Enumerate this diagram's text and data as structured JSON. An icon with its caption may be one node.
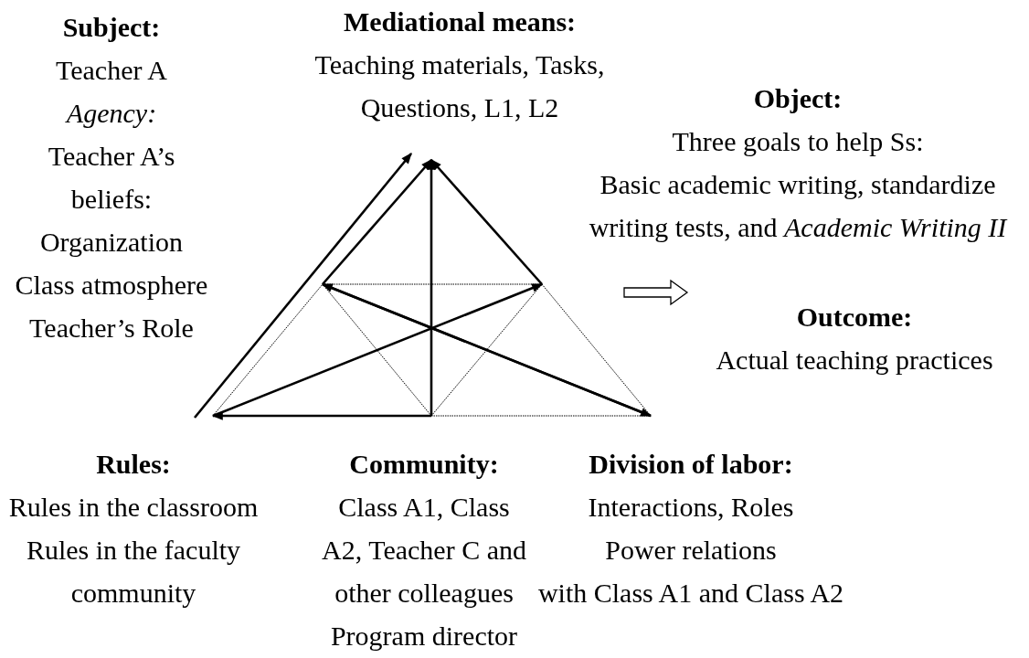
{
  "diagram": {
    "nodes": [
      {
        "text": [
          "Subject:",
          "Teacher A",
          "Agency:",
          "Teacher A’s beliefs:",
          "Organization",
          "Class atmosphere",
          "Teacher’s Role"
        ]
      },
      {
        "text": [
          "Mediational means:",
          "Teaching materials, Tasks, Questions, L1, L2"
        ]
      },
      {
        "text": [
          "Object:",
          "Three goals to help Ss:",
          "Basic academic writing, standardize writing tests, and *Academic Writing II*"
        ]
      },
      {
        "text": [
          "Outcome:",
          "Actual teaching practices"
        ]
      },
      {
        "text": [
          "Rules:",
          "Rules in the classroom",
          "Rules in the faculty community"
        ]
      },
      {
        "text": [
          "Community:",
          "Class A1, Class A2, Teacher C and other colleagues",
          "Program director"
        ]
      },
      {
        "text": [
          "Division of labor:",
          "Interactions, Roles",
          "Power relations",
          "with Class A1 and Class A2"
        ]
      }
    ],
    "edges": [
      {
        "from": 2,
        "to": 3,
        "arrow": "to"
      }
    ]
  }
}
